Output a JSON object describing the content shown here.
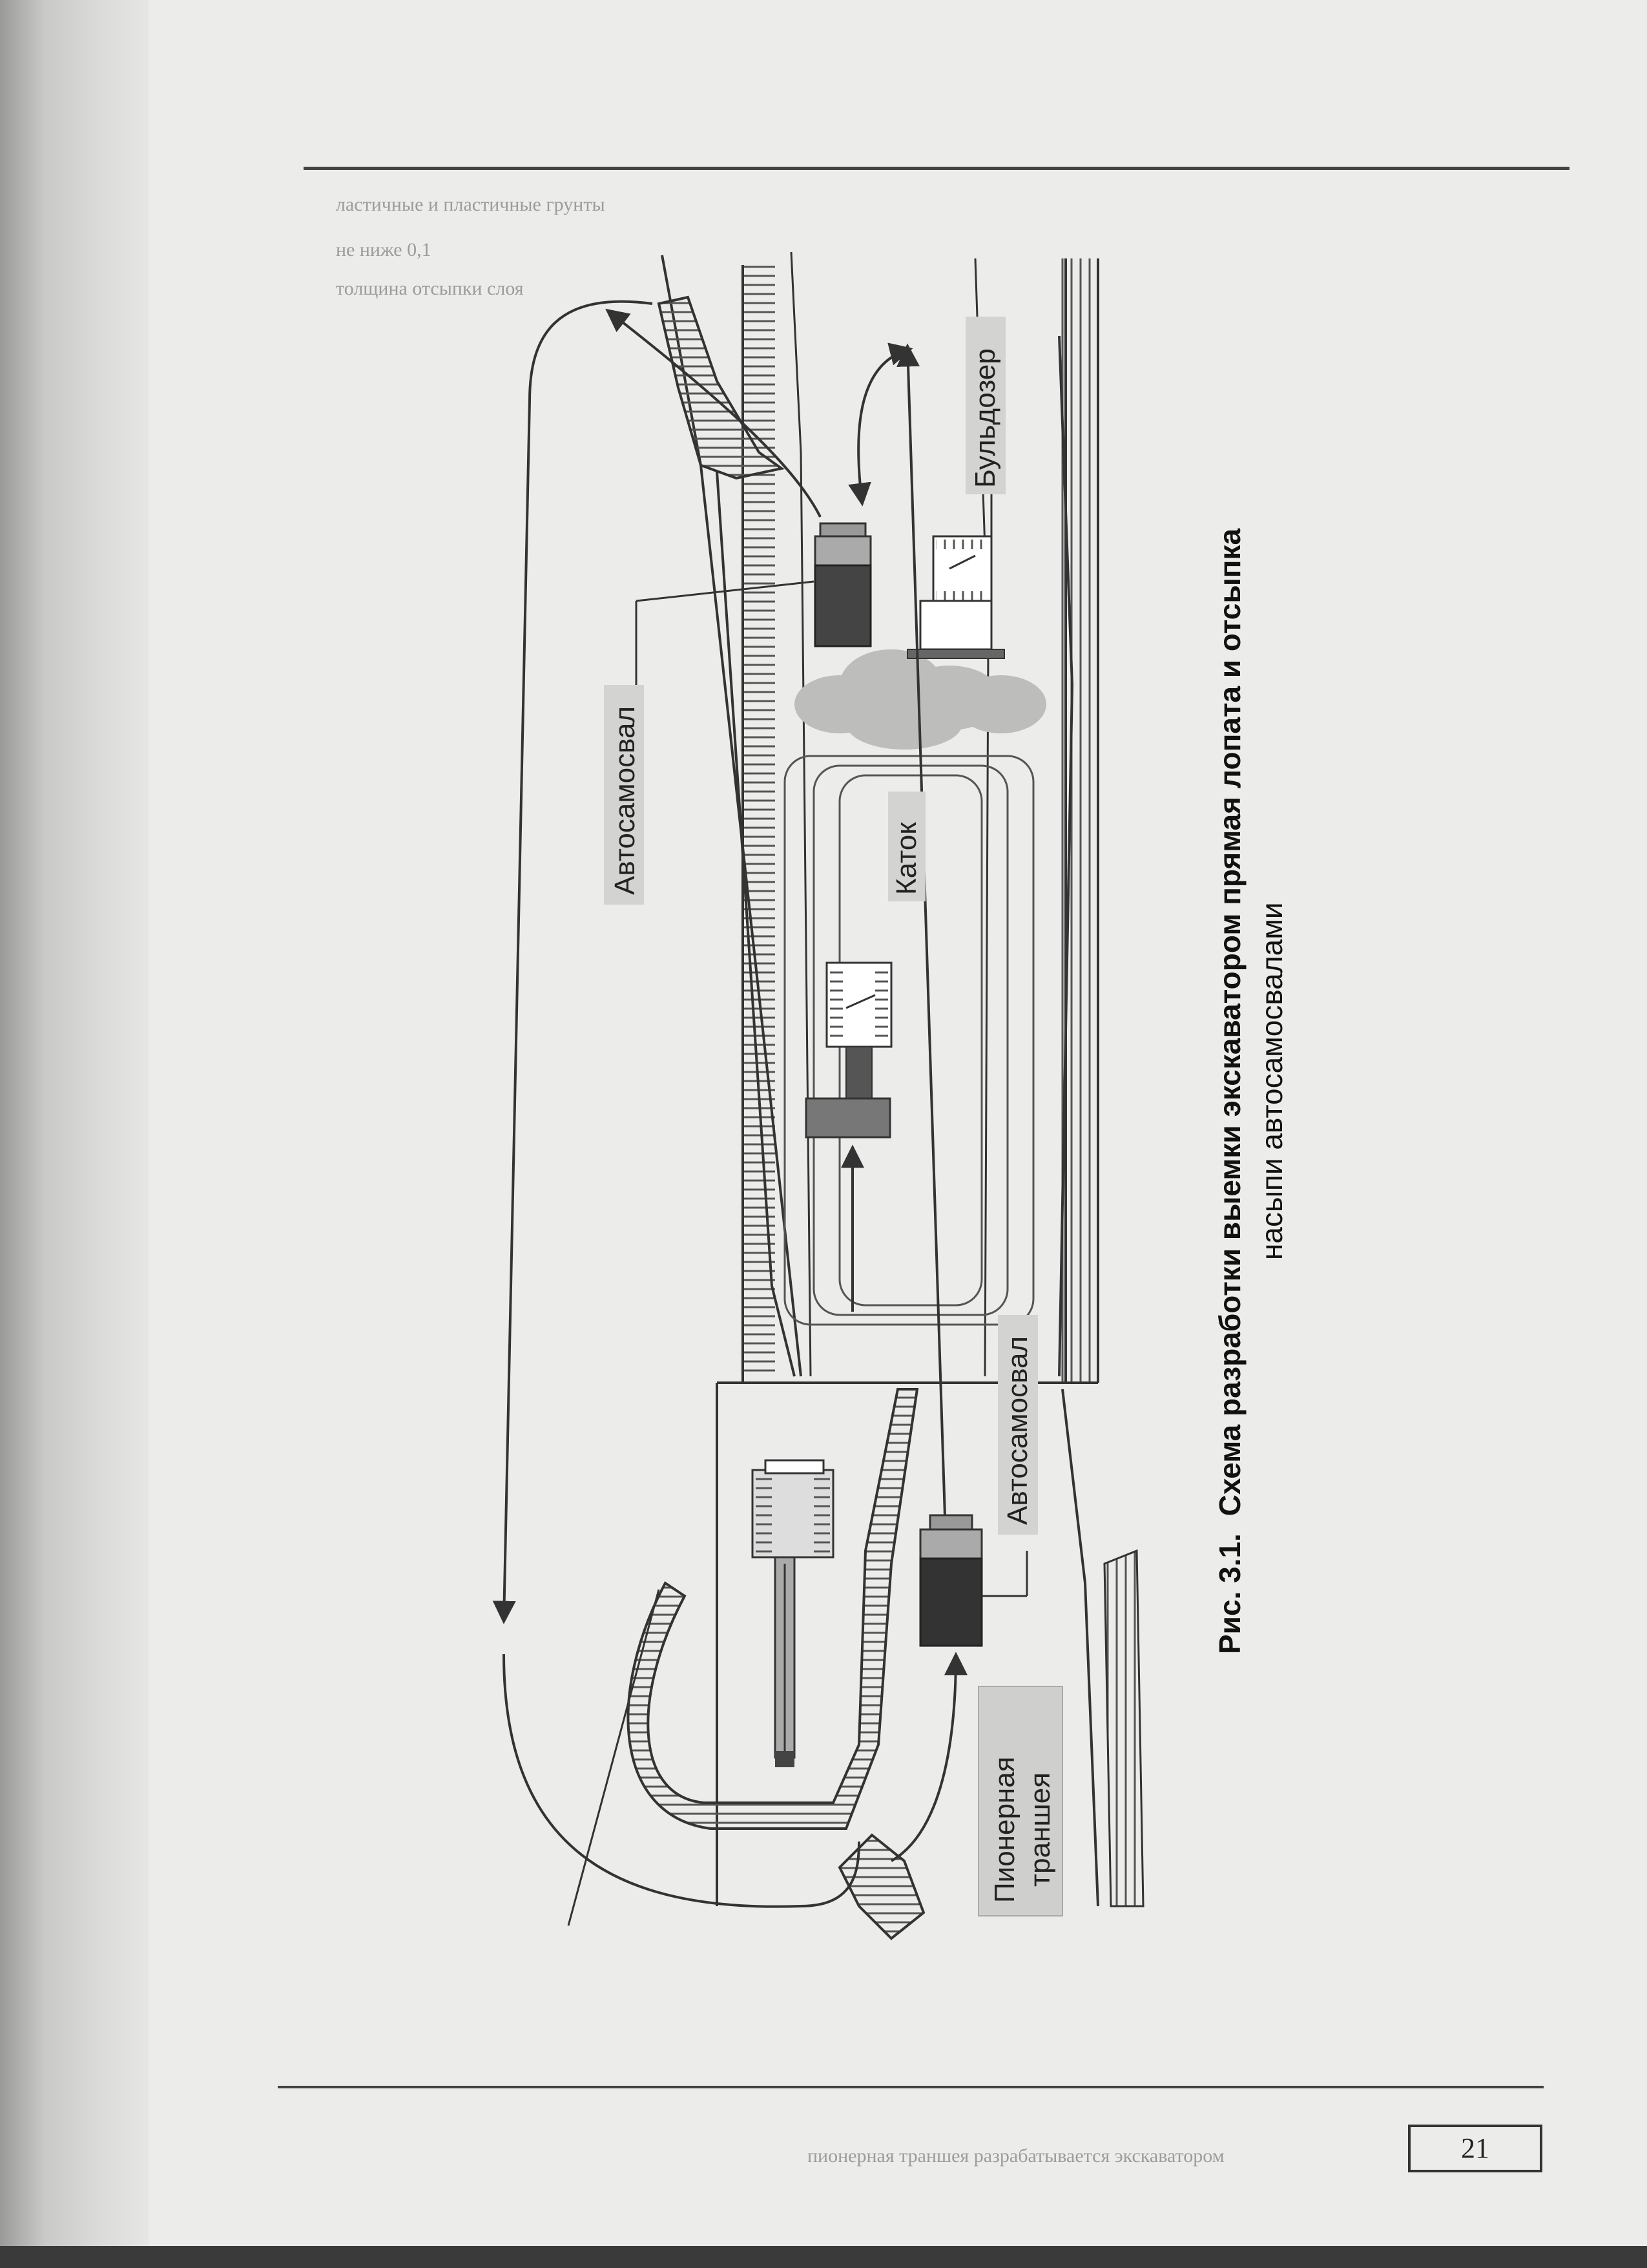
{
  "figure": {
    "caption_number": "Рис. 3.1.",
    "caption_line1": "Схема разработки выемки экскаватором прямая лопата и отсыпка",
    "caption_line2": "насыпи автосамосвалами",
    "labels": {
      "dump_truck_top": "Автосамосвал",
      "dump_truck_bottom": "Автосамосвал",
      "roller": "Каток",
      "bulldozer": "Бульдозер",
      "pioneer_trench_line1": "Пионерная",
      "pioneer_trench_line2": "траншея"
    }
  },
  "background_text": {
    "line1": "ластичные и пластичные грунты",
    "line2": "не ниже 0,1",
    "line3": "толщина отсыпки слоя",
    "line4": "пионерная траншея разрабатывается экскаватором"
  },
  "page_number": "21"
}
